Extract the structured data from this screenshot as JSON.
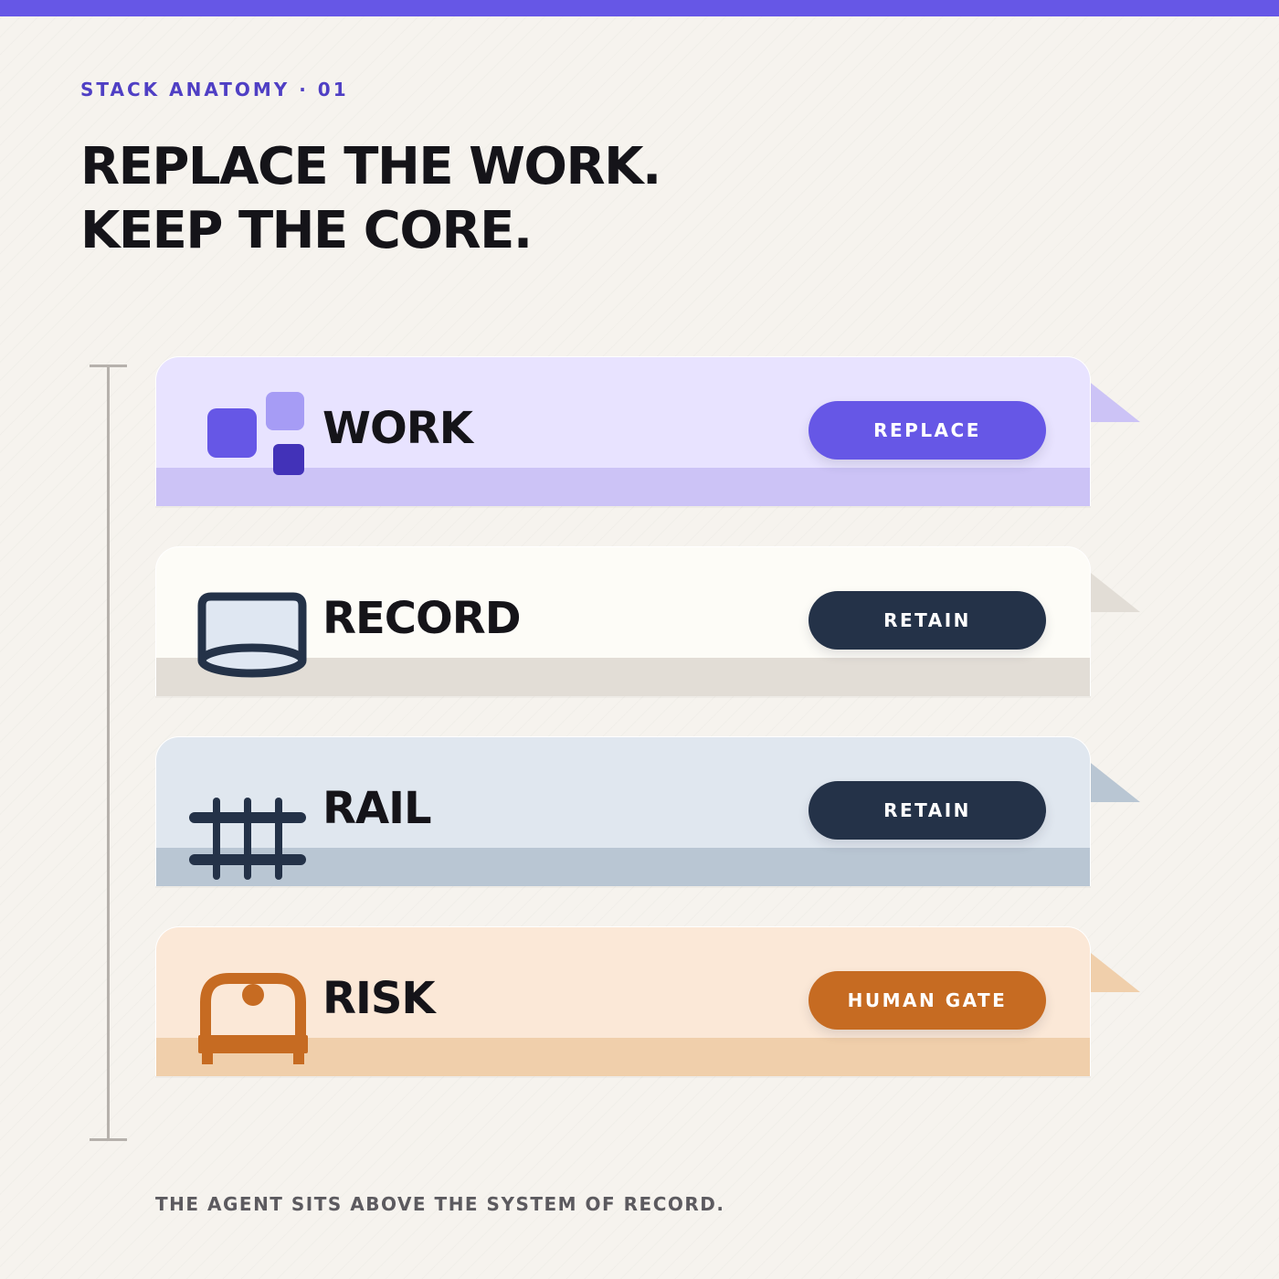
{
  "header": {
    "eyebrow": "STACK ANATOMY · 01",
    "headline_line1": "REPLACE THE WORK.",
    "headline_line2": "KEEP THE CORE."
  },
  "layers": [
    {
      "label": "WORK",
      "action": "REPLACE",
      "icon": "blocks-icon",
      "colors": {
        "card": "#e8e3ff",
        "band": "#ccc3f6",
        "tab": "#ccc3f6",
        "pill": "#6657e6"
      }
    },
    {
      "label": "RECORD",
      "action": "RETAIN",
      "icon": "database-icon",
      "colors": {
        "card": "#fdfcf7",
        "band": "#e2ddd6",
        "tab": "#e2ddd6",
        "pill": "#243248"
      }
    },
    {
      "label": "RAIL",
      "action": "RETAIN",
      "icon": "rail-track-icon",
      "colors": {
        "card": "#e0e7ef",
        "band": "#b9c6d3",
        "tab": "#b9c6d3",
        "pill": "#243248"
      }
    },
    {
      "label": "RISK",
      "action": "HUMAN GATE",
      "icon": "gate-icon",
      "colors": {
        "card": "#fbe8d7",
        "band": "#f0cfab",
        "tab": "#f0cfab",
        "pill": "#c66b22"
      }
    }
  ],
  "footnote": "THE AGENT SITS ABOVE THE SYSTEM OF RECORD."
}
